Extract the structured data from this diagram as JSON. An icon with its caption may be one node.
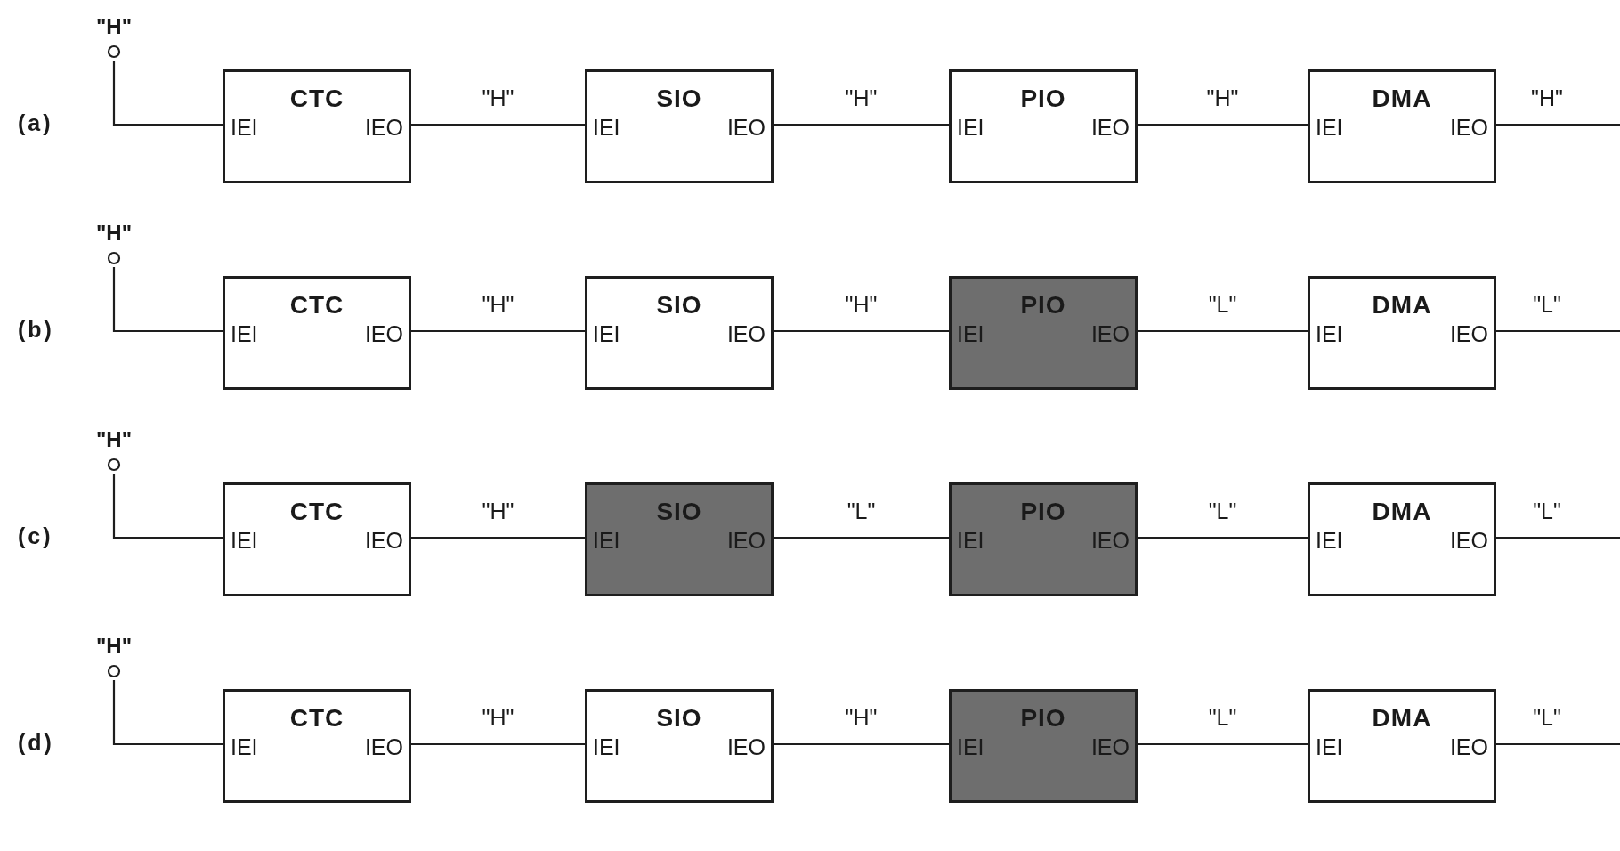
{
  "diagram": {
    "nodes": [
      {
        "text": [
          "\"H\""
        ]
      },
      {
        "text": [
          "CTC",
          "IEI",
          "IEO"
        ]
      },
      {
        "text": [
          "SIO",
          "IEI",
          "IEO"
        ]
      },
      {
        "text": [
          "PIO",
          "IEI",
          "IEO"
        ]
      },
      {
        "text": [
          "DMA",
          "IEI",
          "IEO"
        ]
      },
      {
        "text": [
          "\"H\""
        ]
      },
      {
        "text": [
          "CTC",
          "IEI",
          "IEO"
        ]
      },
      {
        "text": [
          "SIO",
          "IEI",
          "IEO"
        ]
      },
      {
        "text": [
          "PIO",
          "IEI",
          "IEO"
        ]
      },
      {
        "text": [
          "DMA",
          "IEI",
          "IEO"
        ]
      },
      {
        "text": [
          "\"H\""
        ]
      },
      {
        "text": [
          "CTC",
          "IEI",
          "IEO"
        ]
      },
      {
        "text": [
          "SIO",
          "IEI",
          "IEO"
        ]
      },
      {
        "text": [
          "PIO",
          "IEI",
          "IEO"
        ]
      },
      {
        "text": [
          "DMA",
          "IEI",
          "IEO"
        ]
      },
      {
        "text": [
          "\"H\""
        ]
      },
      {
        "text": [
          "CTC",
          "IEI",
          "IEO"
        ]
      },
      {
        "text": [
          "SIO",
          "IEI",
          "IEO"
        ]
      },
      {
        "text": [
          "PIO",
          "IEI",
          "IEO"
        ]
      },
      {
        "text": [
          "DMA",
          "IEI",
          "IEO"
        ]
      }
    ],
    "edges": [
      {
        "from": 0,
        "to": 1,
        "arrow": "none"
      },
      {
        "from": 1,
        "to": 2,
        "arrow": "none",
        "label": "\"H\""
      },
      {
        "from": 2,
        "to": 3,
        "arrow": "none",
        "label": "\"H\""
      },
      {
        "from": 3,
        "to": 4,
        "arrow": "none",
        "label": "\"H\""
      },
      {
        "from": 4,
        "to": null,
        "arrow": "none",
        "label": "\"H\""
      },
      {
        "from": 5,
        "to": 6,
        "arrow": "none"
      },
      {
        "from": 6,
        "to": 7,
        "arrow": "none",
        "label": "\"H\""
      },
      {
        "from": 7,
        "to": 8,
        "arrow": "none",
        "label": "\"H\""
      },
      {
        "from": 8,
        "to": 9,
        "arrow": "none",
        "label": "\"L\""
      },
      {
        "from": 9,
        "to": null,
        "arrow": "none",
        "label": "\"L\""
      },
      {
        "from": 10,
        "to": 11,
        "arrow": "none"
      },
      {
        "from": 11,
        "to": 12,
        "arrow": "none",
        "label": "\"H\""
      },
      {
        "from": 12,
        "to": 13,
        "arrow": "none",
        "label": "\"L\""
      },
      {
        "from": 13,
        "to": 14,
        "arrow": "none",
        "label": "\"L\""
      },
      {
        "from": 14,
        "to": null,
        "arrow": "none",
        "label": "\"L\""
      },
      {
        "from": 15,
        "to": 16,
        "arrow": "none"
      },
      {
        "from": 16,
        "to": 17,
        "arrow": "none",
        "label": "\"H\""
      },
      {
        "from": 17,
        "to": 18,
        "arrow": "none",
        "label": "\"H\""
      },
      {
        "from": 18,
        "to": 19,
        "arrow": "none",
        "label": "\"L\""
      },
      {
        "from": 19,
        "to": null,
        "arrow": "none",
        "label": "\"L\""
      }
    ],
    "labels": [
      "(a)",
      "(b)",
      "(c)",
      "(d)"
    ]
  }
}
